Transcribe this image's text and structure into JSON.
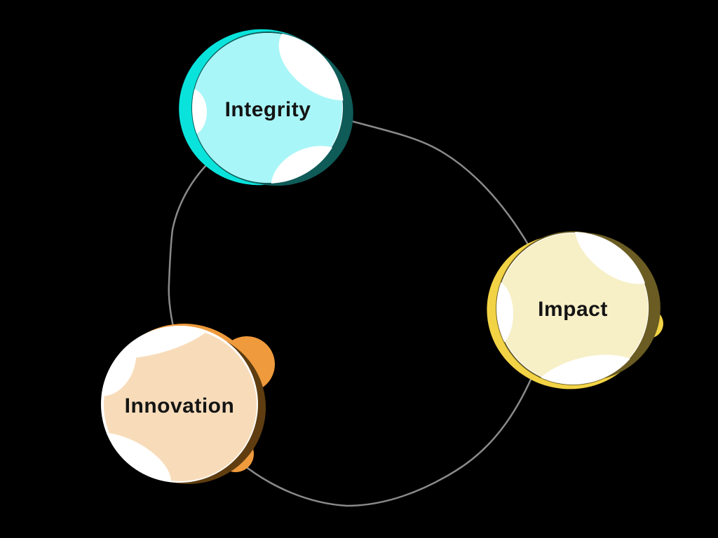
{
  "diagram": {
    "background": "#000000",
    "node_base": "#ffffff",
    "text_color": "#141414",
    "connector": {
      "color": "#8a8a8a",
      "width": "2.5"
    },
    "nodes": [
      {
        "id": "integrity",
        "label": "Integrity",
        "fill": "#a9f6f8",
        "accent": "#0ae3db",
        "shadow": "#0f5b58"
      },
      {
        "id": "impact",
        "label": "Impact",
        "fill": "#f7efc6",
        "accent": "#f2d345",
        "shadow": "#6a5c22"
      },
      {
        "id": "innovation",
        "label": "Innovation",
        "fill": "#f8dcba",
        "accent": "#ef9a3c",
        "shadow": "#5f3d10"
      }
    ]
  }
}
